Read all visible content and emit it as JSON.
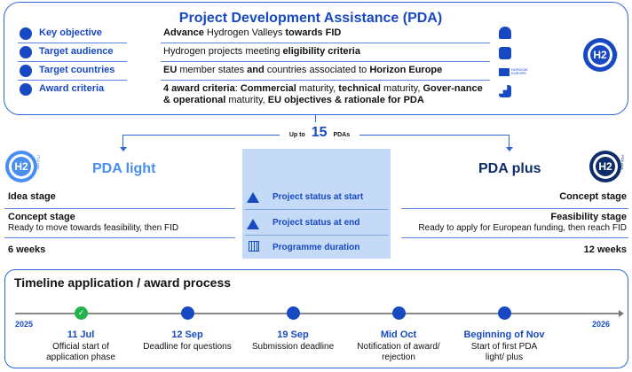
{
  "header": {
    "title": "Project Development Assistance (PDA)"
  },
  "rows": [
    {
      "label": "Key objective",
      "icon": "target-icon",
      "value_parts": [
        {
          "t": "Advance ",
          "b": true
        },
        {
          "t": "Hydrogen Valleys ",
          "b": false
        },
        {
          "t": "towards FID",
          "b": true
        }
      ]
    },
    {
      "label": "Target audience",
      "icon": "audience-icon",
      "value_parts": [
        {
          "t": "Hydrogen projects meeting ",
          "b": false
        },
        {
          "t": "eligibility criteria",
          "b": true
        }
      ]
    },
    {
      "label": "Target countries",
      "icon": "globe-icon",
      "value_parts": [
        {
          "t": "EU ",
          "b": true
        },
        {
          "t": "member states ",
          "b": false
        },
        {
          "t": "and ",
          "b": true
        },
        {
          "t": "countries associated to ",
          "b": false
        },
        {
          "t": "Horizon Europe",
          "b": true
        }
      ]
    },
    {
      "label": "Award criteria",
      "icon": "criteria-icon",
      "value_parts": [
        {
          "t": "4 award criteria",
          "b": true
        },
        {
          "t": ": ",
          "b": false
        },
        {
          "t": "Commercial ",
          "b": true
        },
        {
          "t": "maturity, ",
          "b": false
        },
        {
          "t": "technical ",
          "b": true
        },
        {
          "t": "maturity, ",
          "b": false
        },
        {
          "t": "Gover-nance & operational ",
          "b": true
        },
        {
          "t": "maturity, ",
          "b": false
        },
        {
          "t": "EU objectives & rationale for PDA",
          "b": true
        }
      ]
    }
  ],
  "horizon_logo": "HORIZON EUROPE",
  "badge": {
    "h2": "H2",
    "side": "PDA"
  },
  "connector": {
    "prefix": "Up to",
    "count": "15",
    "suffix": "PDAs"
  },
  "light": {
    "title": "PDA light",
    "badge_side": "PDA light",
    "start": "Idea stage",
    "end": "Concept stage",
    "end_sub": "Ready to move towards feasibility, then FID",
    "duration": "6 weeks"
  },
  "plus": {
    "title": "PDA plus",
    "badge_side": "PDA plus",
    "start": "Concept stage",
    "end": "Feasibility stage",
    "end_sub": "Ready to apply for European funding, then reach FID",
    "duration": "12 weeks"
  },
  "middle": {
    "start": "Project status at start",
    "end": "Project status at end",
    "duration": "Programme duration"
  },
  "timeline": {
    "title": "Timeline application /  award process",
    "year_start": "2025",
    "year_end": "2026",
    "events": [
      {
        "date": "11 Jul",
        "desc": "Official start of application phase",
        "done": true
      },
      {
        "date": "12 Sep",
        "desc": "Deadline for questions",
        "done": false
      },
      {
        "date": "19 Sep",
        "desc": "Submission deadline",
        "done": false
      },
      {
        "date": "Mid Oct",
        "desc": "Notification of award/ rejection",
        "done": false
      },
      {
        "date": "Beginning of Nov",
        "desc": "Start of first PDA light/ plus",
        "done": false
      }
    ]
  },
  "colors": {
    "accent": "#1749c2",
    "light": "#4a8ef0",
    "navy": "#0f2d6b",
    "panel": "#c4daf7",
    "done": "#22b34a"
  }
}
